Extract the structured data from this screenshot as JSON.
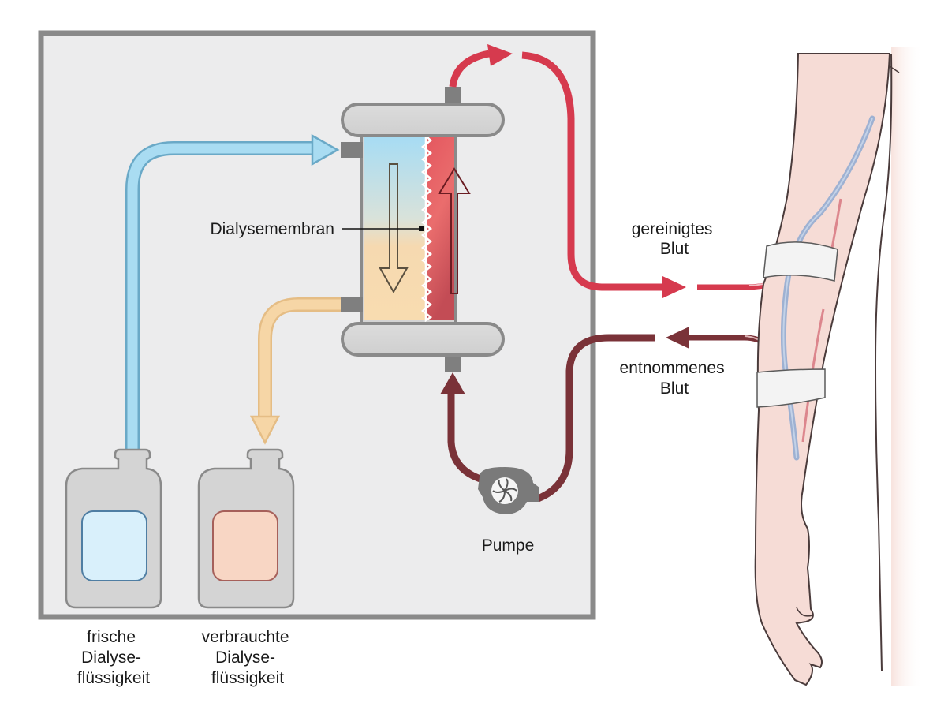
{
  "diagram": {
    "title": "Hämodialyse",
    "labels": {
      "membrane": "Dialysemembran",
      "clean_blood": [
        "gereinigtes",
        "Blut"
      ],
      "drawn_blood": [
        "entnommenes",
        "Blut"
      ],
      "pump": "Pumpe",
      "fresh_fluid": [
        "frische",
        "Dialyse-",
        "flüssigkeit"
      ],
      "used_fluid": [
        "verbrauchte",
        "Dialyse-",
        "flüssigkeit"
      ]
    },
    "colors": {
      "machine_bg": "#ececed",
      "machine_border": "#8a8a8a",
      "fresh_fluid": "#a9dcf2",
      "used_fluid": "#f6d6a6",
      "clean_blood": "#d63a4e",
      "drawn_blood": "#7a3238",
      "skin": "#f6dcd6",
      "vein": "#8ea9d1"
    },
    "flows": [
      {
        "from": "fresh-fluid-bottle",
        "to": "dialyzer",
        "medium": "fresh dialysis fluid"
      },
      {
        "from": "dialyzer",
        "to": "used-fluid-bottle",
        "medium": "used dialysis fluid"
      },
      {
        "from": "arm",
        "to": "pump",
        "medium": "drawn blood"
      },
      {
        "from": "pump",
        "to": "dialyzer",
        "medium": "drawn blood"
      },
      {
        "from": "dialyzer",
        "to": "arm",
        "medium": "cleaned blood"
      }
    ]
  }
}
